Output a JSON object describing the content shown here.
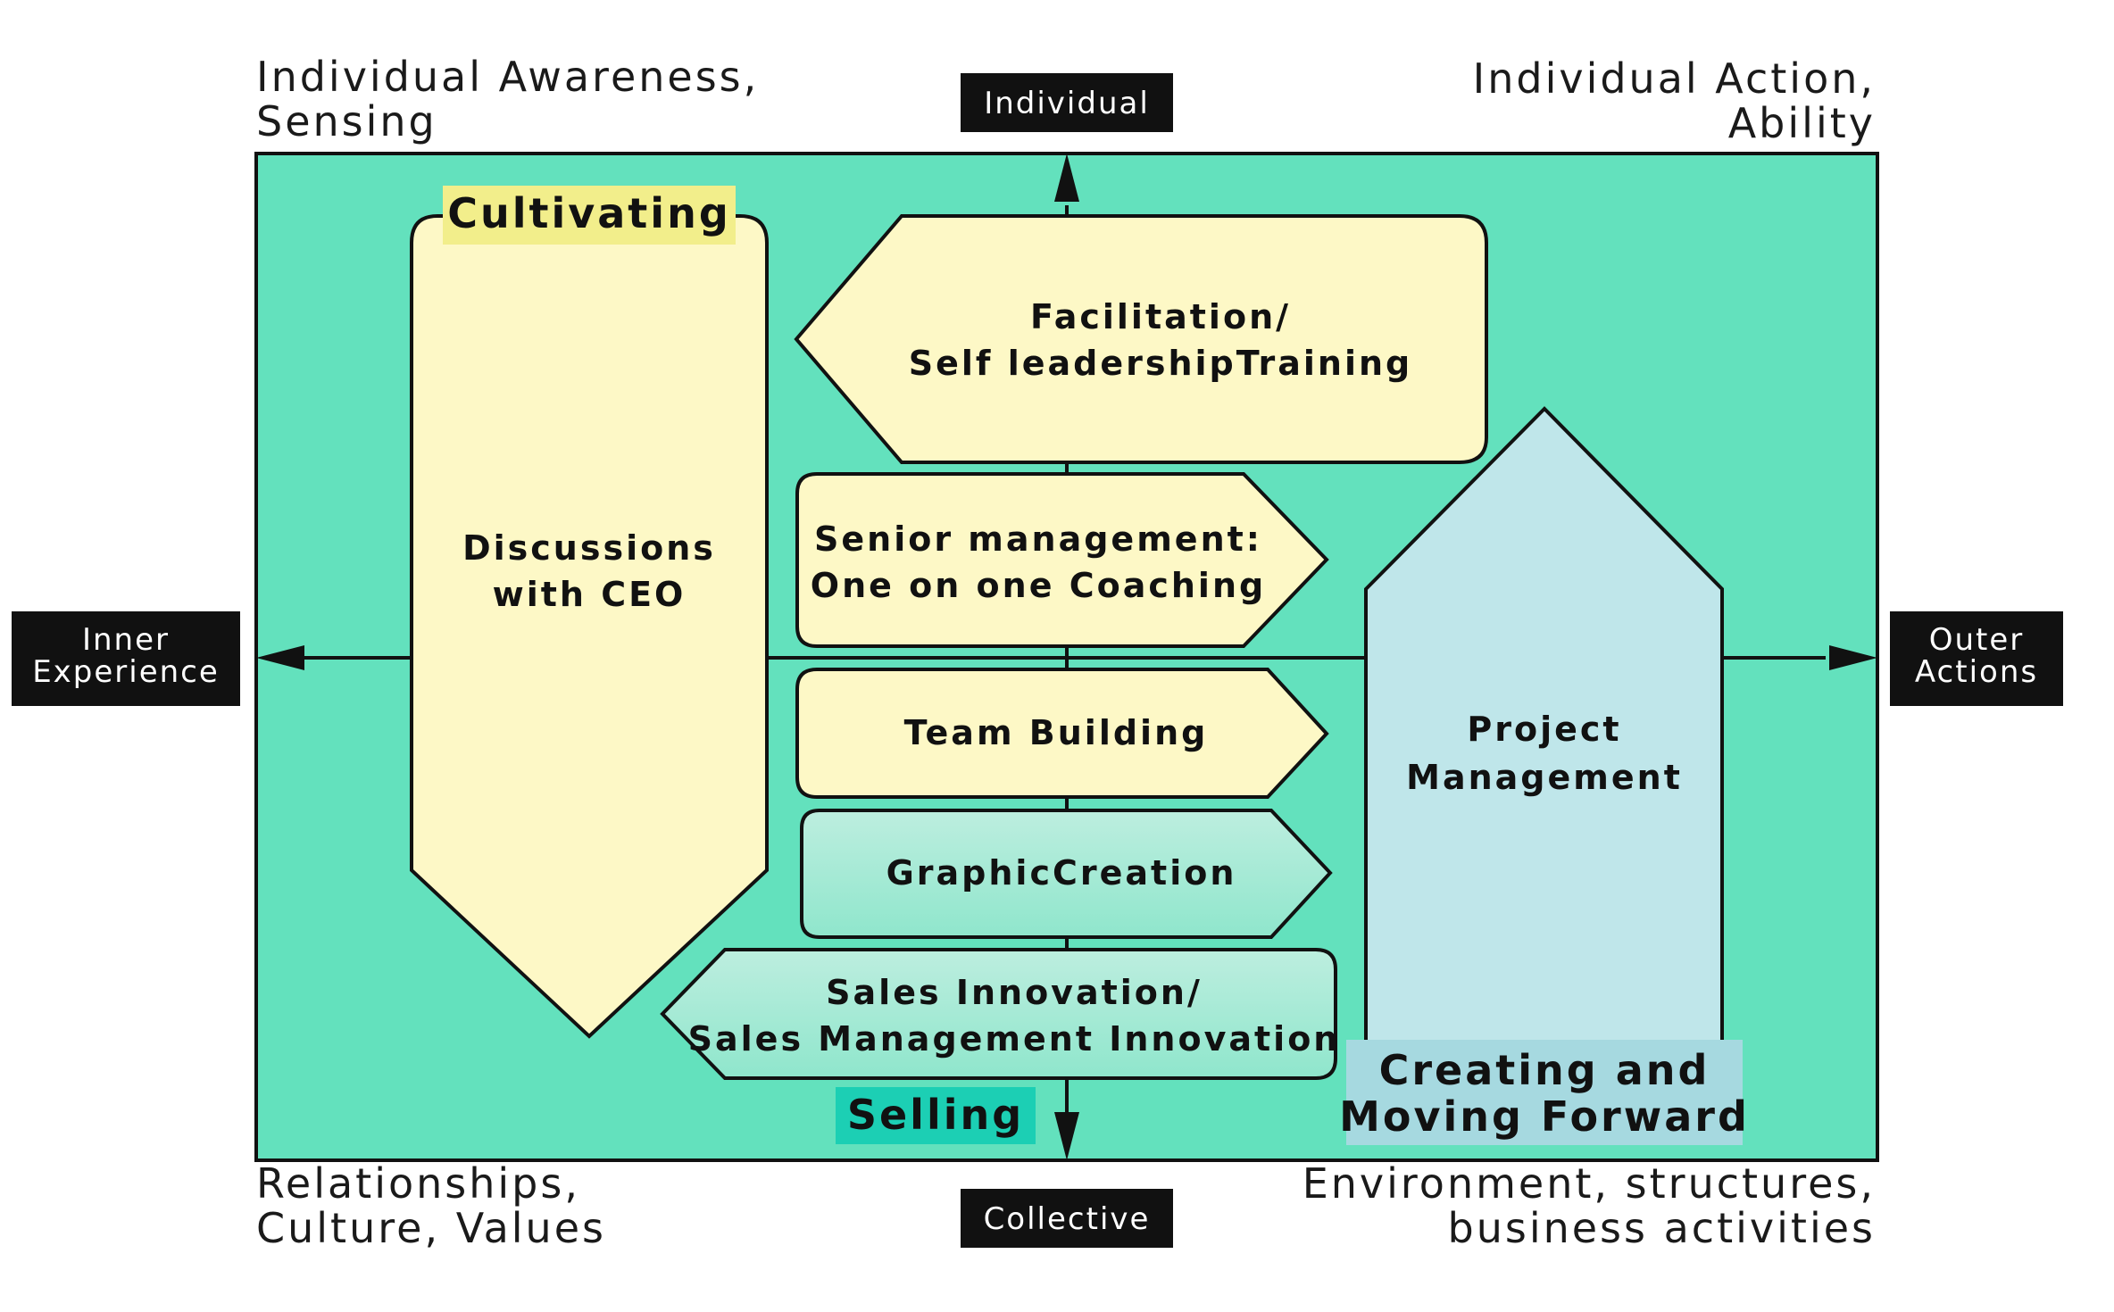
{
  "corners": {
    "top_left": [
      "Individual Awareness,",
      "Sensing"
    ],
    "top_right": [
      "Individual Action,",
      "Ability"
    ],
    "bottom_left": [
      "Relationships,",
      "Culture, Values"
    ],
    "bottom_right": [
      "Environment, structures,",
      "business activities"
    ]
  },
  "axes": {
    "top": "Individual",
    "bottom": "Collective",
    "left": [
      "Inner",
      "Experience"
    ],
    "right": [
      "Outer",
      "Actions"
    ]
  },
  "shapes": {
    "discussions": [
      "Discussions",
      "with CEO"
    ],
    "facilitation": [
      "Facilitation/",
      "Self leadershipTraining"
    ],
    "coaching": [
      "Senior management:",
      "One on one Coaching"
    ],
    "team_building": [
      "Team Building"
    ],
    "graphic_creation": [
      "GraphicCreation"
    ],
    "sales_innovation": [
      "Sales Innovation/",
      "Sales Management Innovation"
    ],
    "project_management": [
      "Project",
      "Management"
    ]
  },
  "tags": {
    "cultivating": [
      "Cultivating"
    ],
    "selling": [
      "Selling"
    ],
    "creating": [
      "Creating and",
      "Moving Forward"
    ]
  },
  "colors": {
    "quadrant_bg": "#63e1bd",
    "cream": "#fdf8c6",
    "light_blue": "#bfe6ea",
    "mint_light": "#c7f0e2",
    "tag_yellow": "#f2ee8b",
    "tag_teal": "#1ccfb4",
    "tag_blue": "#a6d9e0",
    "label_box": "#111111"
  }
}
